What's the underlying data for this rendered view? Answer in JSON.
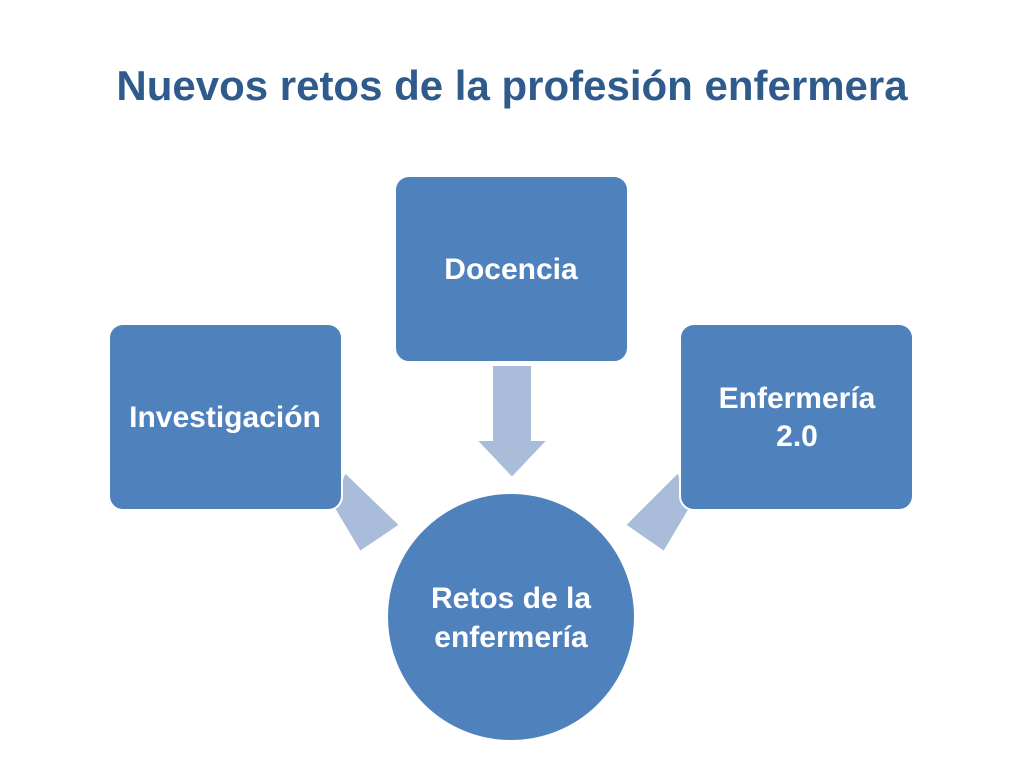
{
  "slide": {
    "title": "Nuevos retos de la profesión enfermera"
  },
  "diagram": {
    "center": {
      "lines": [
        "Retos de la",
        "enfermería"
      ]
    },
    "nodes": [
      {
        "id": "docencia",
        "lines": [
          "Docencia"
        ]
      },
      {
        "id": "investigacion",
        "lines": [
          "Investigación"
        ]
      },
      {
        "id": "enfermeria20",
        "lines": [
          "Enfermería",
          "2.0"
        ]
      }
    ]
  },
  "colors": {
    "title": "#2f5b8c",
    "box_fill": "#4f81bd",
    "box_stroke": "#ffffff",
    "arrow_fill": "#a9bcd9",
    "text": "#ffffff"
  }
}
